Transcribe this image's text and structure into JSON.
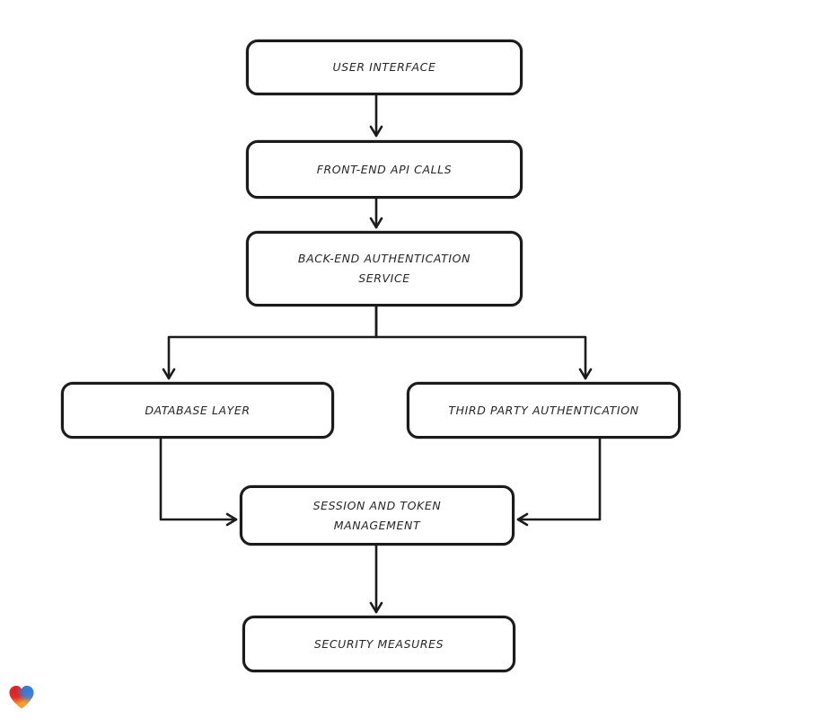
{
  "diagram": {
    "type": "flowchart",
    "direction": "top-down",
    "nodes": [
      {
        "id": "user-interface",
        "label": "USER INTERFACE"
      },
      {
        "id": "front-end-api-calls",
        "label": "FRONT-END API CALLS"
      },
      {
        "id": "back-end-authentication-service",
        "label": "BACK-END AUTHENTICATION\nSERVICE"
      },
      {
        "id": "database-layer",
        "label": "DATABASE LAYER"
      },
      {
        "id": "third-party-authentication",
        "label": "THIRD PARTY AUTHENTICATION"
      },
      {
        "id": "session-and-token-management",
        "label": "SESSION AND TOKEN\nMANAGEMENT"
      },
      {
        "id": "security-measures",
        "label": "SECURITY MEASURES"
      }
    ],
    "edges": [
      {
        "from": "user-interface",
        "to": "front-end-api-calls"
      },
      {
        "from": "front-end-api-calls",
        "to": "back-end-authentication-service"
      },
      {
        "from": "back-end-authentication-service",
        "to": "database-layer"
      },
      {
        "from": "back-end-authentication-service",
        "to": "third-party-authentication"
      },
      {
        "from": "database-layer",
        "to": "session-and-token-management"
      },
      {
        "from": "third-party-authentication",
        "to": "session-and-token-management"
      },
      {
        "from": "session-and-token-management",
        "to": "security-measures"
      }
    ],
    "style": {
      "stroke_color": "#1b1b1b",
      "node_fill": "#ffffff",
      "text_color": "#262626",
      "background": "#ffffff"
    }
  },
  "watermark": {
    "icon": "eraser-heart-icon",
    "colors": {
      "red": "#e31e25",
      "green": "#56a63c",
      "blue": "#2f7de1",
      "orange": "#f59e2c"
    }
  }
}
